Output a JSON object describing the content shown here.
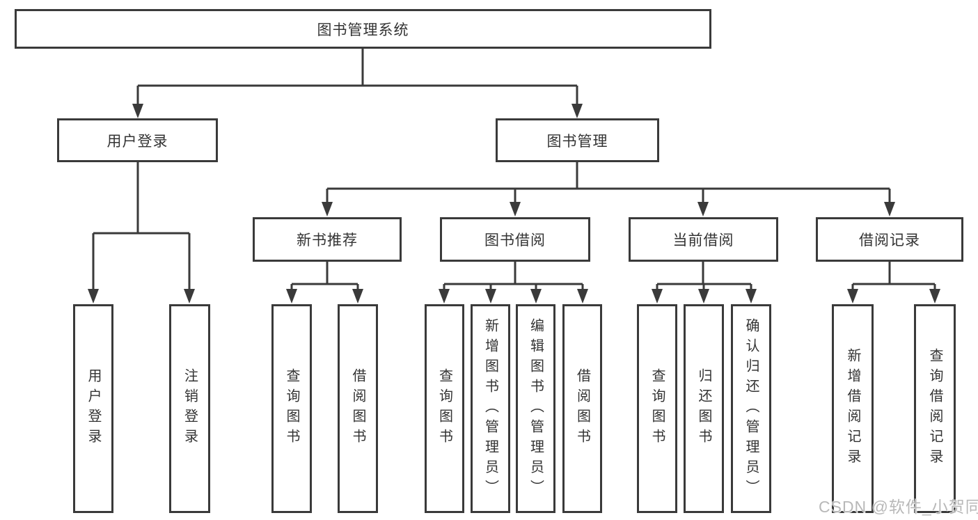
{
  "diagram": {
    "type": "hierarchy-tree",
    "root": {
      "label": "图书管理系统",
      "children": [
        {
          "label": "用户登录",
          "children": [
            {
              "label": "用户登录"
            },
            {
              "label": "注销登录"
            }
          ]
        },
        {
          "label": "图书管理",
          "children": [
            {
              "label": "新书推荐",
              "children": [
                {
                  "label": "查询图书"
                },
                {
                  "label": "借阅图书"
                }
              ]
            },
            {
              "label": "图书借阅",
              "children": [
                {
                  "label": "查询图书"
                },
                {
                  "label": "新增图书（管理员）"
                },
                {
                  "label": "编辑图书（管理员）"
                },
                {
                  "label": "借阅图书"
                }
              ]
            },
            {
              "label": "当前借阅",
              "children": [
                {
                  "label": "查询图书"
                },
                {
                  "label": "归还图书"
                },
                {
                  "label": "确认归还（管理员）"
                }
              ]
            },
            {
              "label": "借阅记录",
              "children": [
                {
                  "label": "新增借阅记录"
                },
                {
                  "label": "查询借阅记录"
                }
              ]
            }
          ]
        }
      ]
    }
  },
  "watermark": {
    "text": "CSDN @软件_小贺同学"
  },
  "colors": {
    "line": "#3a3a3a",
    "text": "#333333",
    "watermark_gray": "#b8b8b8",
    "background": "#ffffff"
  }
}
